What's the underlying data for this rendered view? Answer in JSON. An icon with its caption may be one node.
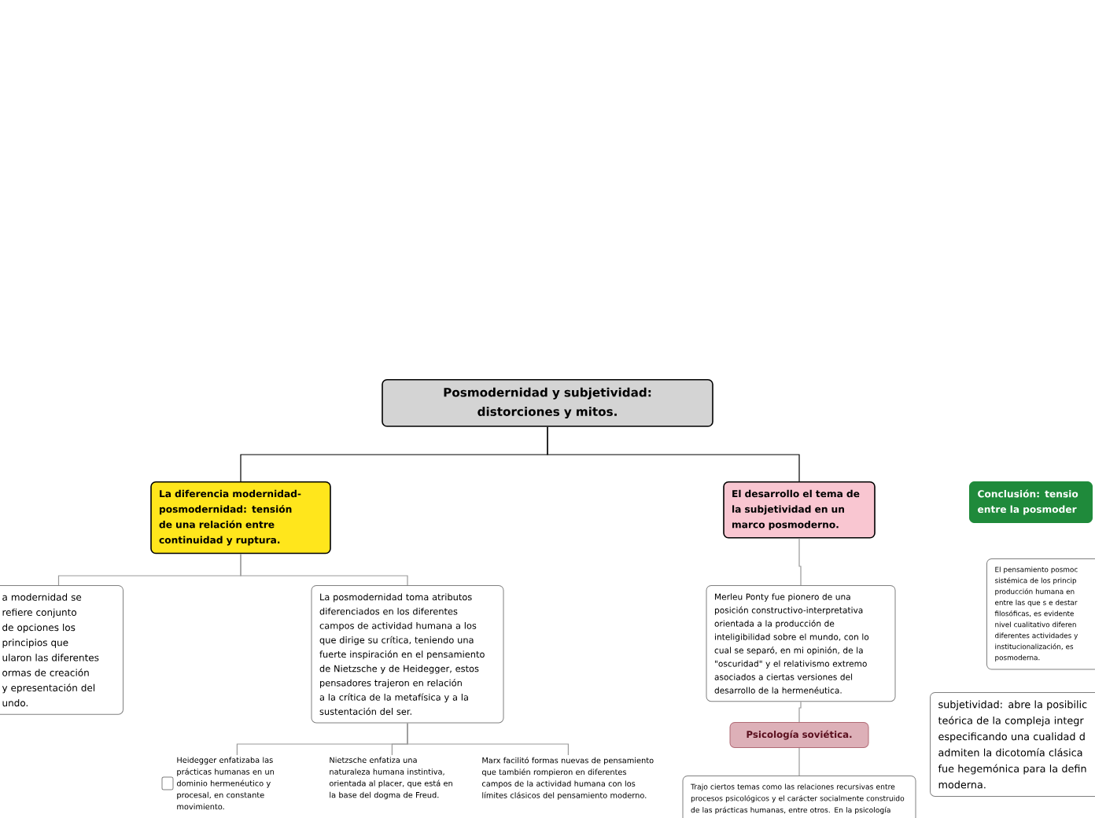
{
  "diagram": {
    "nodes": [
      {
        "text": [
          "Posmodernidad y subjetividad: distorciones y mitos."
        ]
      },
      {
        "text": [
          "La diferencia modernidad-posmodernidad: tensión de una relación entre continuidad y ruptura."
        ]
      },
      {
        "text": [
          "El desarrollo el tema de la subjetividad en un marco posmoderno."
        ]
      },
      {
        "text": [
          "Conclusión: tensio entre la posmoder"
        ]
      },
      {
        "text": [
          "a modernidad se refiere conjunto de opciones los principios que ularon las diferentes ormas de creación y epresentación del undo."
        ]
      },
      {
        "text": [
          "La posmodernidad toma atributos diferenciados en los diferentes campos de actividad humana a los que dirige su crítica, teniendo una fuerte inspiración en el pensamiento de Nietzsche y de Heidegger, estos pensadores trajeron en relación a la crítica de la metafísica y a la sustentación del ser."
        ]
      },
      {
        "text": [
          "Heidegger enfatizaba las prácticas humanas en un dominio hermenéutico y procesal, en constante movimiento."
        ]
      },
      {
        "text": [
          "Nietzsche enfatiza una naturaleza humana instintiva, orientada al placer, que está en la base del dogma de Freud."
        ]
      },
      {
        "text": [
          "Marx facilitó formas nuevas de pensamiento que también rompieron en diferentes campos de la actividad humana con los límites clásicos del pensamiento moderno."
        ]
      },
      {
        "text": [
          "Merleu Ponty fue pionero de una posición constructivo-interpretativa orientada a la producción de inteligibilidad sobre el mundo, con lo cual se separó, en mi opinión, de la \"oscuridad\" y el relativismo extremo asociados a ciertas versiones del desarrollo de la hermenéutica."
        ]
      },
      {
        "text": [
          "Psicología soviética."
        ]
      },
      {
        "text": [
          "Trajo ciertos temas como las relaciones recursivas entre procesos psicológicos y el carácter socialmente construido de las prácticas humanas, entre otros. En la psicología"
        ]
      },
      {
        "text": [
          "El pensamiento posmoc sistémica de los princip producción humana en entre las que s e destar filosóficas, es evidente nivel cualitativo diferen diferentes actividades y institucionalización, es posmoderna."
        ]
      },
      {
        "text": [
          "subjetividad: abre la posibilic teórica de la compleja integr especificando una cualidad d admiten la dicotomía clásica fue hegemónica para la defin moderna."
        ]
      }
    ],
    "edges": [
      {
        "from": 0,
        "to": 1,
        "arrow": "none",
        "color": "#000000"
      },
      {
        "from": 0,
        "to": 2,
        "arrow": "none",
        "color": "#000000"
      },
      {
        "from": 1,
        "to": 4,
        "arrow": "none"
      },
      {
        "from": 1,
        "to": 5,
        "arrow": "none"
      },
      {
        "from": 5,
        "to": 6,
        "arrow": "none"
      },
      {
        "from": 5,
        "to": 7,
        "arrow": "none"
      },
      {
        "from": 5,
        "to": 8,
        "arrow": "none"
      },
      {
        "from": 2,
        "to": 9,
        "arrow": "none"
      },
      {
        "from": 9,
        "to": 10,
        "arrow": "none"
      },
      {
        "from": 10,
        "to": 11,
        "arrow": "none"
      }
    ]
  }
}
